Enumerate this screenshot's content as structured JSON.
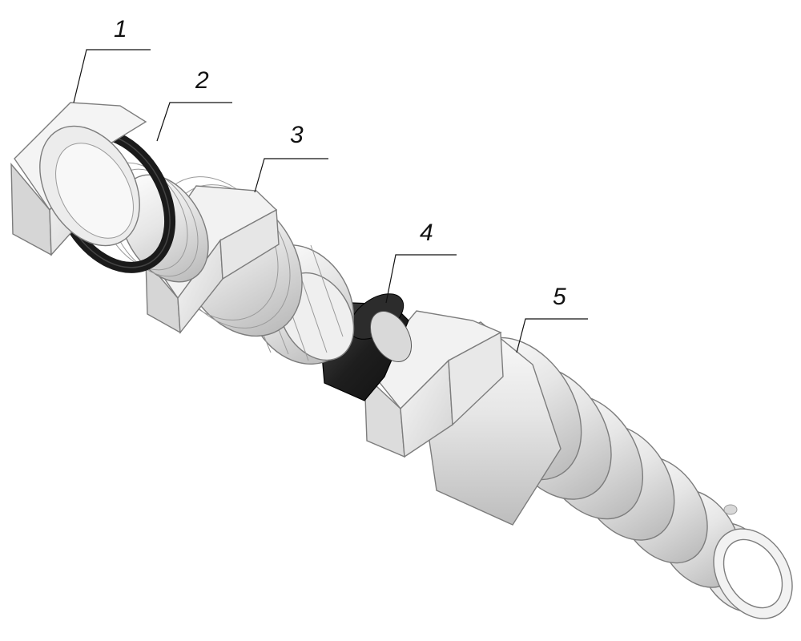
{
  "diagram": {
    "callouts": [
      {
        "id": "1",
        "label": "1"
      },
      {
        "id": "2",
        "label": "2"
      },
      {
        "id": "3",
        "label": "3"
      },
      {
        "id": "4",
        "label": "4"
      },
      {
        "id": "5",
        "label": "5"
      }
    ],
    "colors": {
      "body": "#e4e4e4",
      "body_light": "#f4f4f4",
      "body_shadow": "#c4c4c4",
      "outline": "#7d7d7d",
      "seal": "#1e1e1e",
      "seal_highlight": "#4a4a4a"
    }
  }
}
